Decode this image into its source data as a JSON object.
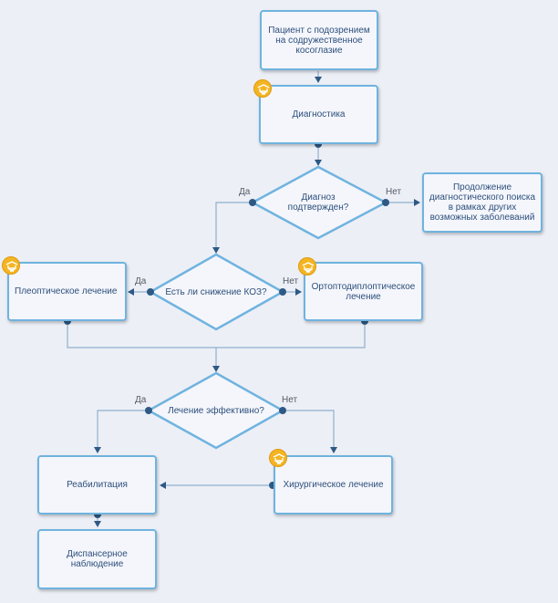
{
  "nodes": {
    "start": "Пациент с подозрением на содружественное косоглазие",
    "diagnostics": "Диагностика",
    "diag_confirmed": "Диагноз подтвержден?",
    "continue_search": "Продолжение диагностического поиска в рамках других возможных заболеваний",
    "koz_decrease": "Есть ли снижение КОЗ?",
    "pleoptic": "Плеоптическое лечение",
    "orthopt": "Ортоптодиплоптическое лечение",
    "effective": "Лечение эффективно?",
    "rehab": "Реабилитация",
    "surgery": "Хирургическое лечение",
    "dispensary": "Диспансерное наблюдение"
  },
  "labels": {
    "yes": "Да",
    "no": "Нет"
  },
  "icons": {
    "doctor_badge": "doctor-icon"
  },
  "colors": {
    "border": "#6fb3df",
    "connector": "#8fb0cf",
    "dot": "#2e5984",
    "badge": "#f4b523"
  }
}
